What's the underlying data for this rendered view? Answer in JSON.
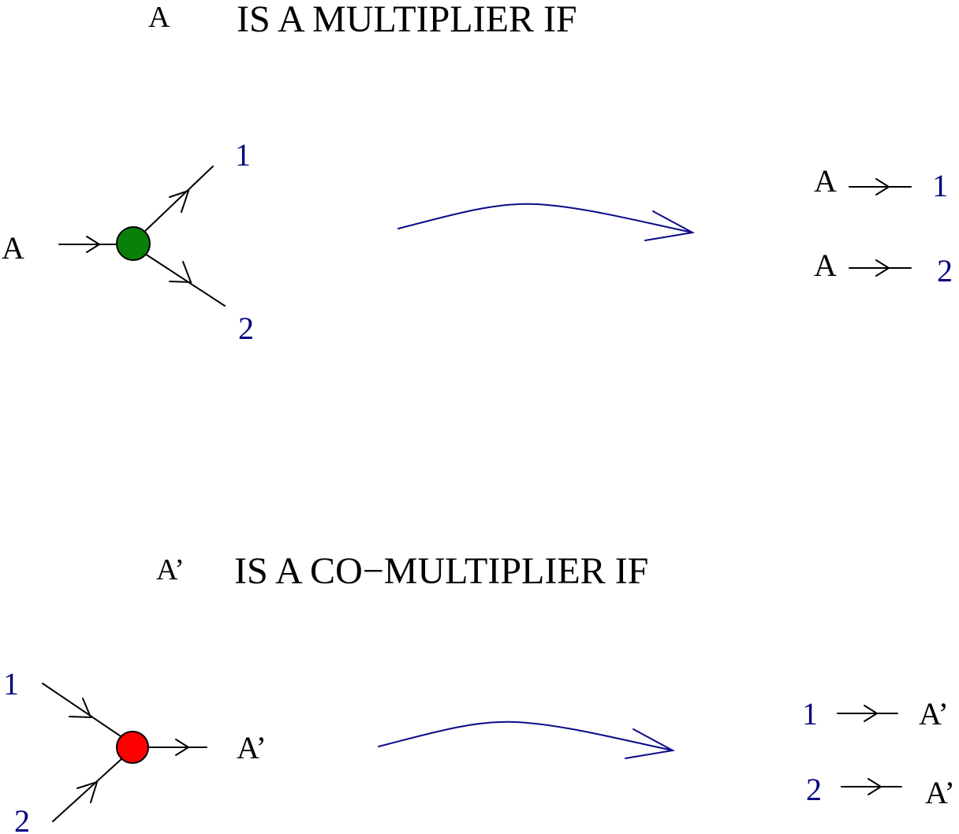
{
  "multiplier": {
    "subject": "A",
    "heading": "IS A MULTIPLIER IF",
    "input_label": "A",
    "output1_label": "1",
    "output2_label": "2",
    "node_color": "#0a7f0a",
    "results": [
      {
        "from": "A",
        "to": "1"
      },
      {
        "from": "A",
        "to": "2"
      }
    ]
  },
  "comultiplier": {
    "subject": "A’",
    "heading": "IS A CO−MULTIPLIER IF",
    "input1_label": "1",
    "input2_label": "2",
    "output_label": "A’",
    "node_color": "#ff0000",
    "results": [
      {
        "from": "1",
        "to": "A’"
      },
      {
        "from": "2",
        "to": "A’"
      }
    ]
  },
  "colors": {
    "text": "#000000",
    "number": "#00007f",
    "transition_arrow": "#0a0a8a"
  }
}
